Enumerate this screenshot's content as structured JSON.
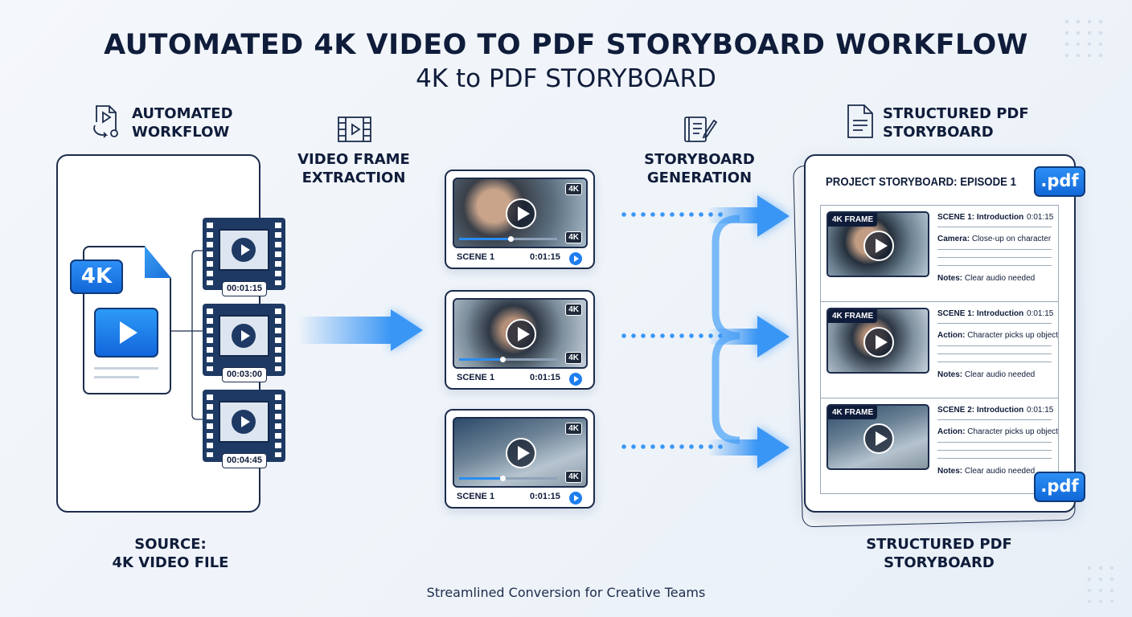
{
  "title": {
    "line1": "AUTOMATED 4K VIDEO TO PDF STORYBOARD WORKFLOW",
    "line2": "4K to PDF STORYBOARD"
  },
  "sections": {
    "automated": {
      "line1": "AUTOMATED",
      "line2": "WORKFLOW",
      "icon": "video-file-workflow-icon"
    },
    "extraction": {
      "line1": "VIDEO FRAME",
      "line2": "EXTRACTION",
      "icon": "film-frame-icon"
    },
    "generation": {
      "line1": "STORYBOARD",
      "line2": "GENERATION",
      "icon": "notebook-pen-icon"
    },
    "structured": {
      "line1": "STRUCTURED PDF",
      "line2": "STORYBOARD",
      "icon": "document-icon"
    }
  },
  "source": {
    "badge": "4K",
    "timestamps": [
      "00:01:15",
      "00:03:00",
      "00:04:45"
    ],
    "label1": "SOURCE:",
    "label2": "4K VIDEO FILE"
  },
  "scene_cards": [
    {
      "scene": "SCENE 1",
      "time": "0:01:15",
      "badge": "4K",
      "progress": 0.5
    },
    {
      "scene": "SCENE 1",
      "time": "0:01:15",
      "badge": "4K",
      "progress": 0.42
    },
    {
      "scene": "SCENE 1",
      "time": "0:01:15",
      "badge": "4K",
      "progress": 0.42
    }
  ],
  "pdf": {
    "title": "PROJECT STORYBOARD: EPISODE 1",
    "ext": ".pdf",
    "frame_label": "4K FRAME",
    "rows": [
      {
        "scene": "SCENE 1: Introduction",
        "time": "0:01:15",
        "field": "Camera:",
        "value": "Close-up on character",
        "notes_label": "Notes:",
        "notes": "Clear audio needed"
      },
      {
        "scene": "SCENE 1: Introduction",
        "time": "0:01:15",
        "field": "Action:",
        "value": "Character picks up object",
        "notes_label": "Notes:",
        "notes": "Clear audio needed"
      },
      {
        "scene": "SCENE 2: Introduction",
        "time": "0:01:15",
        "field": "Action:",
        "value": "Character picks up object",
        "notes_label": "Notes:",
        "notes": "Clear audio needed"
      }
    ],
    "label1": "STRUCTURED PDF",
    "label2": "STORYBOARD"
  },
  "footer": "Streamlined Conversion for Creative Teams",
  "colors": {
    "navy": "#0f1c3a",
    "accent": "#2a8cf0"
  }
}
